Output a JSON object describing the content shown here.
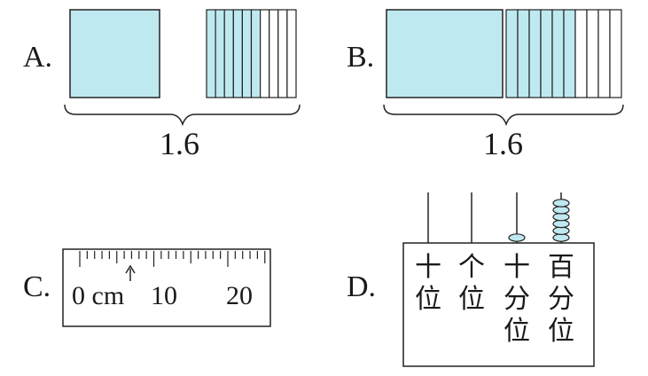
{
  "options": {
    "a": {
      "label": "A.",
      "caption": "1.6"
    },
    "b": {
      "label": "B.",
      "caption": "1.6"
    },
    "c": {
      "label": "C.",
      "ruler_texts": [
        "0 cm",
        "10",
        "20"
      ]
    },
    "d": {
      "label": "D.",
      "columns": [
        {
          "text": "十\n位"
        },
        {
          "text": "个\n位"
        },
        {
          "text": "十\n分\n位"
        },
        {
          "text": "百\n分\n位"
        }
      ],
      "beads": [
        0,
        0,
        1,
        6
      ]
    }
  },
  "colors": {
    "fill": "#bfe9f0",
    "stroke": "#222222",
    "bead": "#bfe9f0"
  },
  "grids": {
    "a_shaded_tenths": 6,
    "b_shaded_tenths": 6,
    "tenths_per_square": 10
  }
}
